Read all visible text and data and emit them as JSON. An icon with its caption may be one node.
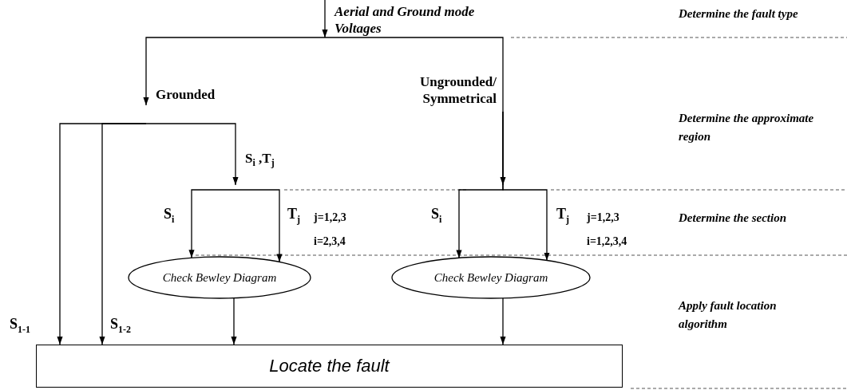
{
  "diagram": {
    "nodes": [
      {
        "text": [
          "Aerial and Ground mode Voltages"
        ]
      },
      {
        "text": [
          "Grounded"
        ]
      },
      {
        "text": [
          "Ungrounded/ Symmetrical"
        ]
      },
      {
        "text": [
          "S$_{i}$ ,T$_{j}$"
        ]
      },
      {
        "text": [
          "Check Bewley Diagram"
        ]
      },
      {
        "text": [
          "Check Bewley Diagram"
        ]
      },
      {
        "text": [
          "Locate the fault"
        ]
      }
    ],
    "edges": [
      {
        "from": null,
        "to": 0,
        "arrow": "to"
      },
      {
        "from": 0,
        "to": 1,
        "arrow": "to"
      },
      {
        "from": 0,
        "to": 2,
        "arrow": "to"
      },
      {
        "from": 1,
        "to": 6,
        "arrow": "to",
        "label": "S$_{1-1}$"
      },
      {
        "from": 1,
        "to": 6,
        "arrow": "to",
        "label": "S$_{1-2}$"
      },
      {
        "from": 1,
        "to": 3,
        "arrow": "to"
      },
      {
        "from": 3,
        "to": 4,
        "arrow": "to",
        "label": "S$_{i}$"
      },
      {
        "from": 3,
        "to": 4,
        "arrow": "to",
        "label": "T$_{j}$"
      },
      {
        "from": 2,
        "to": 5,
        "arrow": "to",
        "label": "S$_{i}$"
      },
      {
        "from": 2,
        "to": 5,
        "arrow": "to",
        "label": "T$_{j}$"
      },
      {
        "from": 4,
        "to": 6,
        "arrow": "to"
      },
      {
        "from": 5,
        "to": 6,
        "arrow": "to"
      }
    ],
    "labels": [
      "Determine the fault type",
      "Determine the approximate region",
      "j=1,2,3",
      "i=2,3,4",
      "j=1,2,3",
      "i=1,2,3,4",
      "Determine the section",
      "Apply fault location algorithm"
    ]
  }
}
